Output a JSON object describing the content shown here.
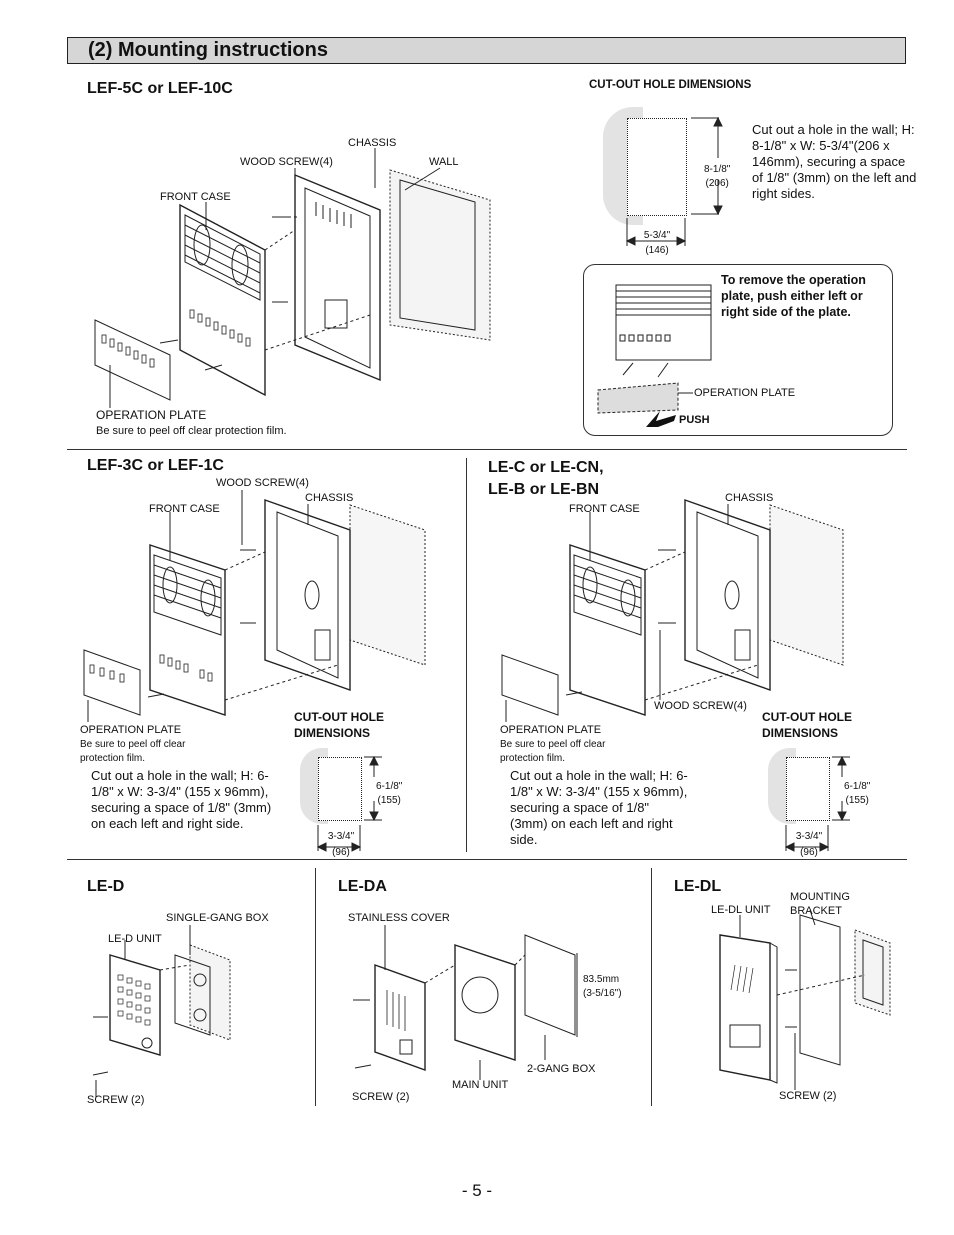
{
  "header": {
    "title": "(2)  Mounting instructions"
  },
  "lef5c": {
    "heading": "LEF-5C or LEF-10C",
    "cutout_title": "CUT-OUT HOLE DIMENSIONS",
    "labels": {
      "chassis": "CHASSIS",
      "wood_screw": "WOOD SCREW(4)",
      "wall": "WALL",
      "front_case": "FRONT CASE",
      "operation_plate": "OPERATION PLATE",
      "peel_note": "Be sure to peel off clear protection film."
    },
    "height_dim": {
      "imperial": "8-1/8\"",
      "metric": "(206)"
    },
    "width_dim": {
      "imperial": "5-3/4\"",
      "metric": "(146)"
    },
    "cutout_note": "Cut out a hole in the wall; H: 8-1/8\" x W: 5-3/4\"(206 x 146mm),  securing a space of 1/8\" (3mm) on the left and right sides.",
    "callout": {
      "text": "To remove the operation plate,  push either left or right side of the plate.",
      "operation_plate": "OPERATION PLATE",
      "push": "PUSH"
    }
  },
  "lef3c": {
    "heading": "LEF-3C or LEF-1C",
    "labels": {
      "wood_screw": "WOOD SCREW(4)",
      "chassis": "CHASSIS",
      "front_case": "FRONT CASE",
      "operation_plate": "OPERATION PLATE",
      "peel_note_1": "Be sure to peel off clear",
      "peel_note_2": "protection film."
    },
    "cutout_title_1": "CUT-OUT HOLE",
    "cutout_title_2": "DIMENSIONS",
    "height_dim": {
      "imperial": "6-1/8\"",
      "metric": "(155)"
    },
    "width_dim": {
      "imperial": "3-3/4\"",
      "metric": "(96)"
    },
    "cutout_note": "Cut out a hole in the wall; H: 6-1/8\" x W: 3-3/4\" (155 x 96mm),  securing a space of 1/8\" (3mm) on each left and right side."
  },
  "lec": {
    "heading_1": "LE-C or LE-CN,",
    "heading_2": "LE-B or LE-BN",
    "labels": {
      "chassis": "CHASSIS",
      "front_case": "FRONT CASE",
      "wood_screw": "WOOD SCREW(4)",
      "operation_plate": "OPERATION PLATE",
      "peel_note_1": "Be sure to peel off clear",
      "peel_note_2": "protection film."
    },
    "cutout_title_1": "CUT-OUT HOLE",
    "cutout_title_2": "DIMENSIONS",
    "height_dim": {
      "imperial": "6-1/8\"",
      "metric": "(155)"
    },
    "width_dim": {
      "imperial": "3-3/4\"",
      "metric": "(96)"
    },
    "cutout_note": "Cut out a hole in the wall; H: 6-1/8\" x W: 3-3/4\" (155 x 96mm), securing a space of 1/8\" (3mm) on each left and right side."
  },
  "led": {
    "heading": "LE-D",
    "labels": {
      "single_gang": "SINGLE-GANG BOX",
      "unit": "LE-D UNIT",
      "screw": "SCREW (2)"
    }
  },
  "leda": {
    "heading": "LE-DA",
    "labels": {
      "cover": "STAINLESS COVER",
      "dim_1": "83.5mm",
      "dim_2": "(3-5/16\")",
      "gang2": "2-GANG BOX",
      "main_unit": "MAIN UNIT",
      "screw": "SCREW (2)"
    }
  },
  "ledl": {
    "heading": "LE-DL",
    "labels": {
      "mounting_1": "MOUNTING",
      "mounting_2": "BRACKET",
      "unit": "LE-DL UNIT",
      "screw": "SCREW (2)"
    }
  },
  "page_number": "- 5 -"
}
